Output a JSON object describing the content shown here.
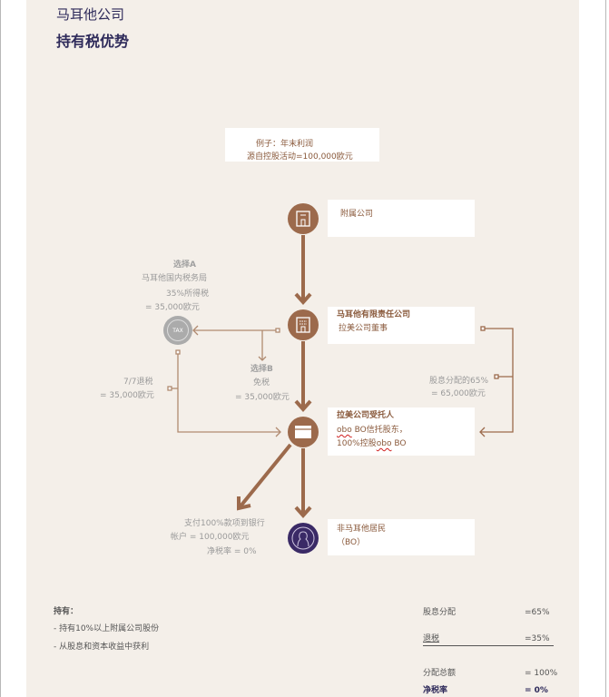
{
  "header": {
    "company": "马耳他公司",
    "title": "持有税优势"
  },
  "example": {
    "line1": "例子：年末利润",
    "line2": "源自控股活动=100,000欧元"
  },
  "nodes": [
    {
      "icon": "building-icon",
      "lines": [
        "附属公司"
      ]
    },
    {
      "icon": "office-building-icon",
      "title": "马耳他有限责任公司",
      "lines": [
        "拉美公司董事"
      ]
    },
    {
      "icon": "briefcase-icon",
      "title": "拉美公司受托人",
      "lines": [
        "obo BO信托股东，",
        "100%控股obo BO"
      ],
      "underlined": [
        "obo",
        "obo"
      ]
    },
    {
      "icon": "person-icon",
      "lines": [
        "非马耳他居民",
        "（BO）"
      ]
    }
  ],
  "option_a": {
    "title": "选择A",
    "line1": "马耳他国内税务局",
    "line2": "35%所得税",
    "line3": "= 35,000欧元",
    "tax_icon_label": "TAX"
  },
  "option_b": {
    "title": "选择B",
    "line1": "免税",
    "line2": "= 35,000欧元"
  },
  "refund": {
    "line1": "7/7退税",
    "line2": "= 35,000欧元"
  },
  "dividend": {
    "line1": "股息分配的65%",
    "line2": "= 65,000欧元"
  },
  "payment": {
    "line1": "支付100%款项到银行",
    "line2": "帐户  = 100,000欧元",
    "line3": "净税率 = 0%"
  },
  "holding": {
    "title": "持有：",
    "items": [
      "- 持有10%以上附属公司股份",
      "- 从股息和资本收益中获利"
    ]
  },
  "summary": [
    {
      "label": "股息分配",
      "value": "=65%"
    },
    {
      "label": "退税",
      "value": "=35%"
    },
    {
      "label": "分配总额",
      "value": "= 100%"
    },
    {
      "label": "净税率",
      "value": "= 0%"
    }
  ],
  "colors": {
    "brown": "#9c6a4c",
    "purple": "#3a2a66",
    "title": "#2e2a5a",
    "bg": "#f4efe9"
  }
}
